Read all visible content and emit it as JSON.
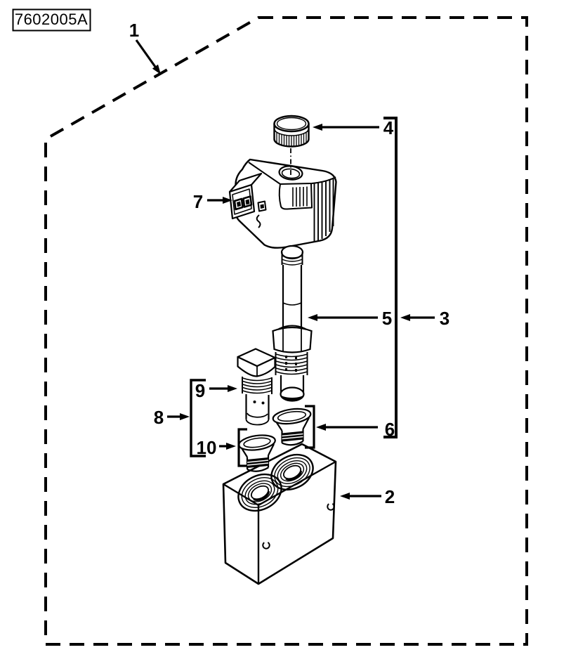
{
  "figure": {
    "code": "7602005A"
  },
  "callouts": [
    "1",
    "2",
    "3",
    "4",
    "5",
    "6",
    "7",
    "8",
    "9",
    "10"
  ],
  "colors": {
    "ink": "#000000",
    "paper": "#ffffff"
  }
}
